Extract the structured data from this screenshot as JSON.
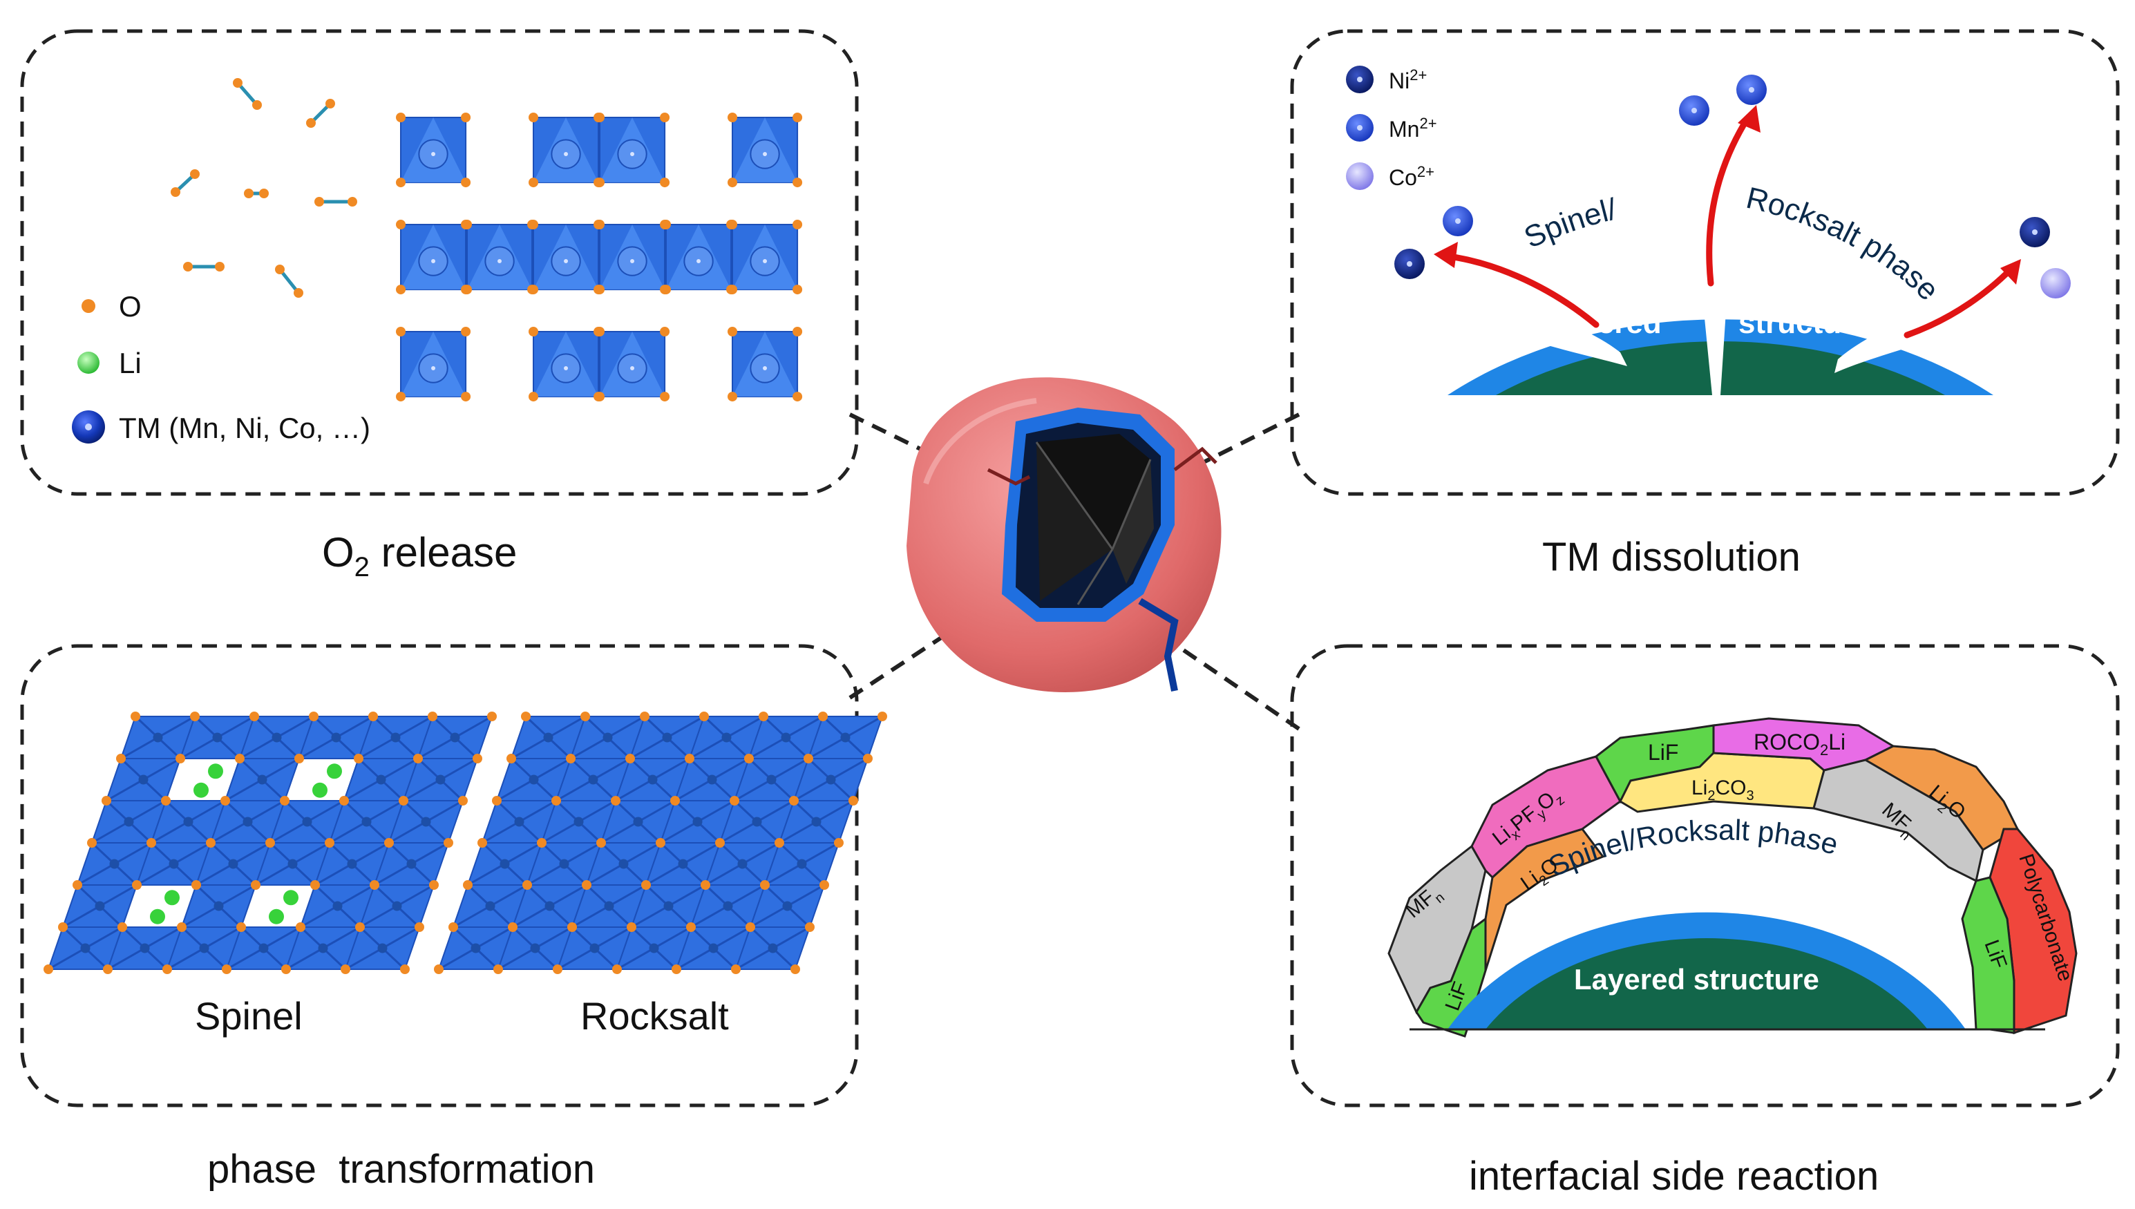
{
  "panels": {
    "o2_release": {
      "caption_main": "O",
      "caption_sub": "2",
      "caption_rest": " release",
      "legend": [
        {
          "label": "O",
          "color": "#f08a24"
        },
        {
          "label": "Li",
          "color": "#37d23a"
        },
        {
          "label": "TM (Mn, Ni, Co, …)",
          "color": "#1438b8"
        }
      ]
    },
    "tm_dissolution": {
      "caption": "TM dissolution",
      "legend": [
        {
          "label": "Ni",
          "sup": "2+",
          "color": "#0a1f7a"
        },
        {
          "label": "Mn",
          "sup": "2+",
          "color": "#1a3fd0"
        },
        {
          "label": "Co",
          "sup": "2+",
          "color": "#8c8cf0"
        }
      ],
      "shell_left": "Spinel/",
      "shell_right": "Rocksalt phase",
      "core_left": "Layered",
      "core_right": "structure"
    },
    "phase_transformation": {
      "caption": "phase  transformation",
      "left_label": "Spinel",
      "right_label": "Rocksalt"
    },
    "interfacial": {
      "caption": "interfacial side reaction",
      "shell_label": "Spinel/Rocksalt phase",
      "core_label": "Layered structure",
      "fragments": {
        "lif_top": "LiF",
        "roco2li": "ROCO",
        "roco2li_sub": "2",
        "roco2li_tail": "Li",
        "li2co3": "Li",
        "li2co3_sub": "2",
        "li2co3_tail": "CO",
        "li2co3_sub2": "3",
        "lipfo": "Li",
        "lipfo_x": "x",
        "lipfo_mid": "PF",
        "lipfo_y": "y",
        "lipfo_o": "O",
        "lipfo_z": "z",
        "li2o_left": "Li",
        "li2o_left_sub": "2",
        "li2o_left_tail": "O",
        "li2o_right": "Li",
        "li2o_right_sub": "2",
        "li2o_right_tail": "O",
        "mfn_left": "MF",
        "mfn_left_sub": "n",
        "mfn_right": "MF",
        "mfn_right_sub": "n",
        "lif_left": "LiF",
        "lif_right": "LiF",
        "polycarbonate": "Polycarbonate"
      }
    }
  },
  "colors": {
    "oxygen": "#f08a24",
    "lithium": "#37d23a",
    "octahedron": "#2f6fe0",
    "octahedron_dark": "#1c4fb8",
    "core_green": "#12664a",
    "shell_blue": "#1f86e6",
    "particle_red": "#e87474",
    "arrow_red": "#e01414"
  }
}
